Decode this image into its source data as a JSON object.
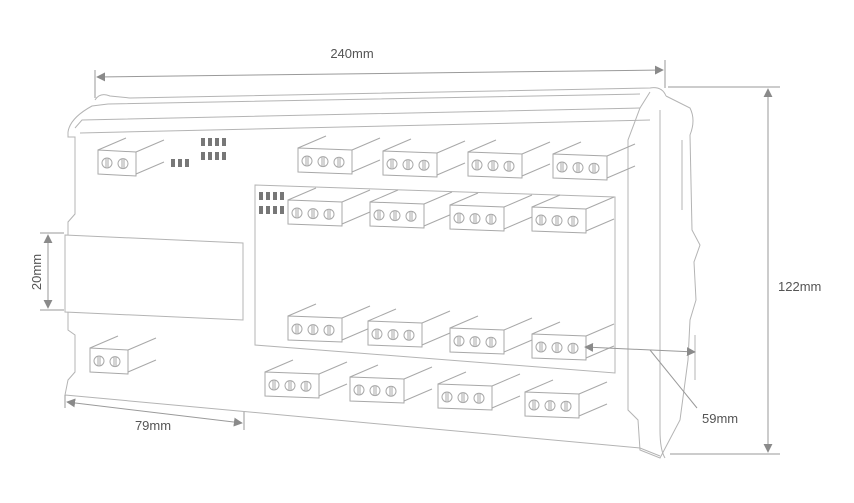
{
  "title": "Device dimension drawing",
  "dimensions": {
    "width": "240mm",
    "height": "122mm",
    "depth": "59mm",
    "label_height": "20mm",
    "label_width": "79mm"
  },
  "colors": {
    "line": "#b4b4b4",
    "dimension": "#9a9a9a",
    "text": "#555555",
    "led": "#777777"
  }
}
